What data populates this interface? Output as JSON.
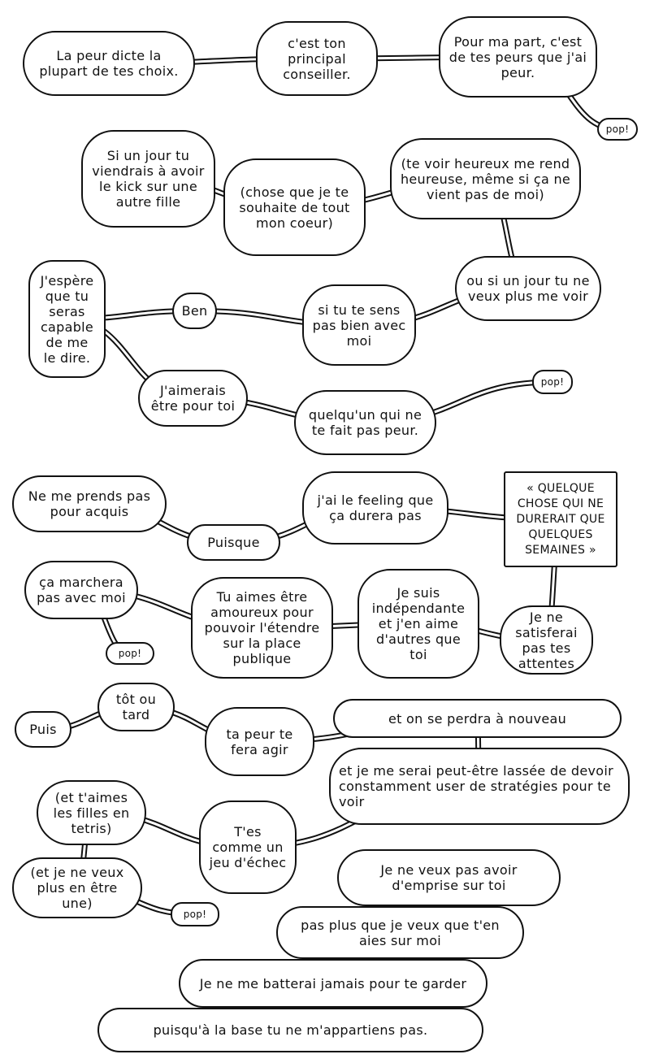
{
  "bubbles": {
    "b1": "La peur dicte la plupart de tes choix.",
    "b2": "c'est ton principal conseiller.",
    "b3": "Pour ma part, c'est de tes peurs que j'ai peur.",
    "pop1": "pop!",
    "b5": "Si un jour tu viendrais à avoir le kick sur une autre fille",
    "b6": "(chose que je te souhaite de tout mon coeur)",
    "b7": "(te voir heureux me rend heureuse, même si ça ne vient pas de moi)",
    "b8": "J'espère que tu seras capable de me le dire.",
    "b9": "Ben",
    "b10": "si tu te sens pas bien avec moi",
    "b11": "ou si un jour tu ne veux plus me voir",
    "b12": "J'aimerais être pour toi",
    "b13": "quelqu'un qui ne te fait pas peur.",
    "pop2": "pop!",
    "b15": "Ne me prends pas pour acquis",
    "b16": "Puisque",
    "b17": "j'ai le feeling que ça durera pas",
    "b18": "« QUELQUE CHOSE QUI NE DURERAIT QUE QUELQUES SEMAINES »",
    "b19": "ça marchera pas avec moi",
    "pop3": "pop!",
    "b21": "Tu aimes être amoureux pour pouvoir l'étendre sur la place publique",
    "b22": "Je suis indépendante et j'en aime d'autres que toi",
    "b23": "Je ne satisferai pas tes attentes",
    "b24": "Puis",
    "b25": "tôt ou tard",
    "b26": "ta peur te fera agir",
    "b27": "et on se perdra à nouveau",
    "b28": "et je me serai peut-être lassée de devoir constamment user de stratégies pour te voir",
    "b29": "(et t'aimes les filles en tetris)",
    "b30": "T'es comme un jeu d'échec",
    "b31": "(et je ne veux plus en être une)",
    "pop4": "pop!",
    "b33": "Je ne veux pas avoir d'emprise sur toi",
    "b34": "pas plus que je veux que t'en aies sur moi",
    "b35": "Je ne me batterai jamais pour te garder",
    "b36": "puisqu'à la base tu ne m'appartiens pas."
  }
}
